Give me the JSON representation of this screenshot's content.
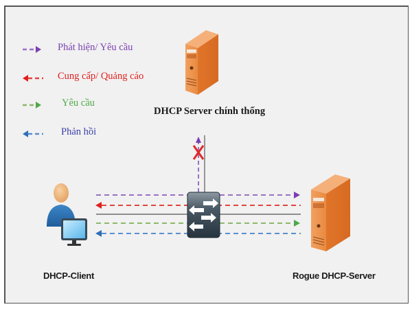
{
  "legend": [
    {
      "label": "Phát hiện/ Yêu cầu",
      "direction": "right",
      "color": "#7a3fb0"
    },
    {
      "label": "Cung cấp/ Quảng cáo",
      "direction": "left",
      "color": "#e0201e"
    },
    {
      "label": "Yêu cầu",
      "direction": "right",
      "color": "#4fa84a"
    },
    {
      "label": "Phản hồi",
      "direction": "left",
      "color": "#2f6fb8"
    }
  ],
  "nodes": {
    "legit_server": {
      "label": "DHCP Server chính thống",
      "icon": "server-tower-icon"
    },
    "client": {
      "label": "DHCP-Client",
      "icon": "user-computer-icon"
    },
    "switch": {
      "icon": "network-switch-icon"
    },
    "rogue_server": {
      "label": "Rogue DHCP-Server",
      "icon": "server-tower-icon"
    }
  },
  "flows": [
    {
      "name": "discover",
      "color": "#9b6fc4",
      "from": "client",
      "to": "rogue_server",
      "arrow": "right"
    },
    {
      "name": "offer",
      "color": "#e0453f",
      "from": "rogue_server",
      "to": "client",
      "arrow": "left"
    },
    {
      "name": "request",
      "color": "#8db86a",
      "from": "client",
      "to": "rogue_server",
      "arrow": "right"
    },
    {
      "name": "ack",
      "color": "#5a8fd0",
      "from": "rogue_server",
      "to": "client",
      "arrow": "left"
    }
  ],
  "blocked_path": {
    "to": "legit_server",
    "marker": "x-icon",
    "marker_color": "#e02a2a"
  },
  "colors": {
    "background": "#f1f1f1",
    "server_orange": "#e9823a",
    "switch_dark": "#2e3f4a"
  }
}
